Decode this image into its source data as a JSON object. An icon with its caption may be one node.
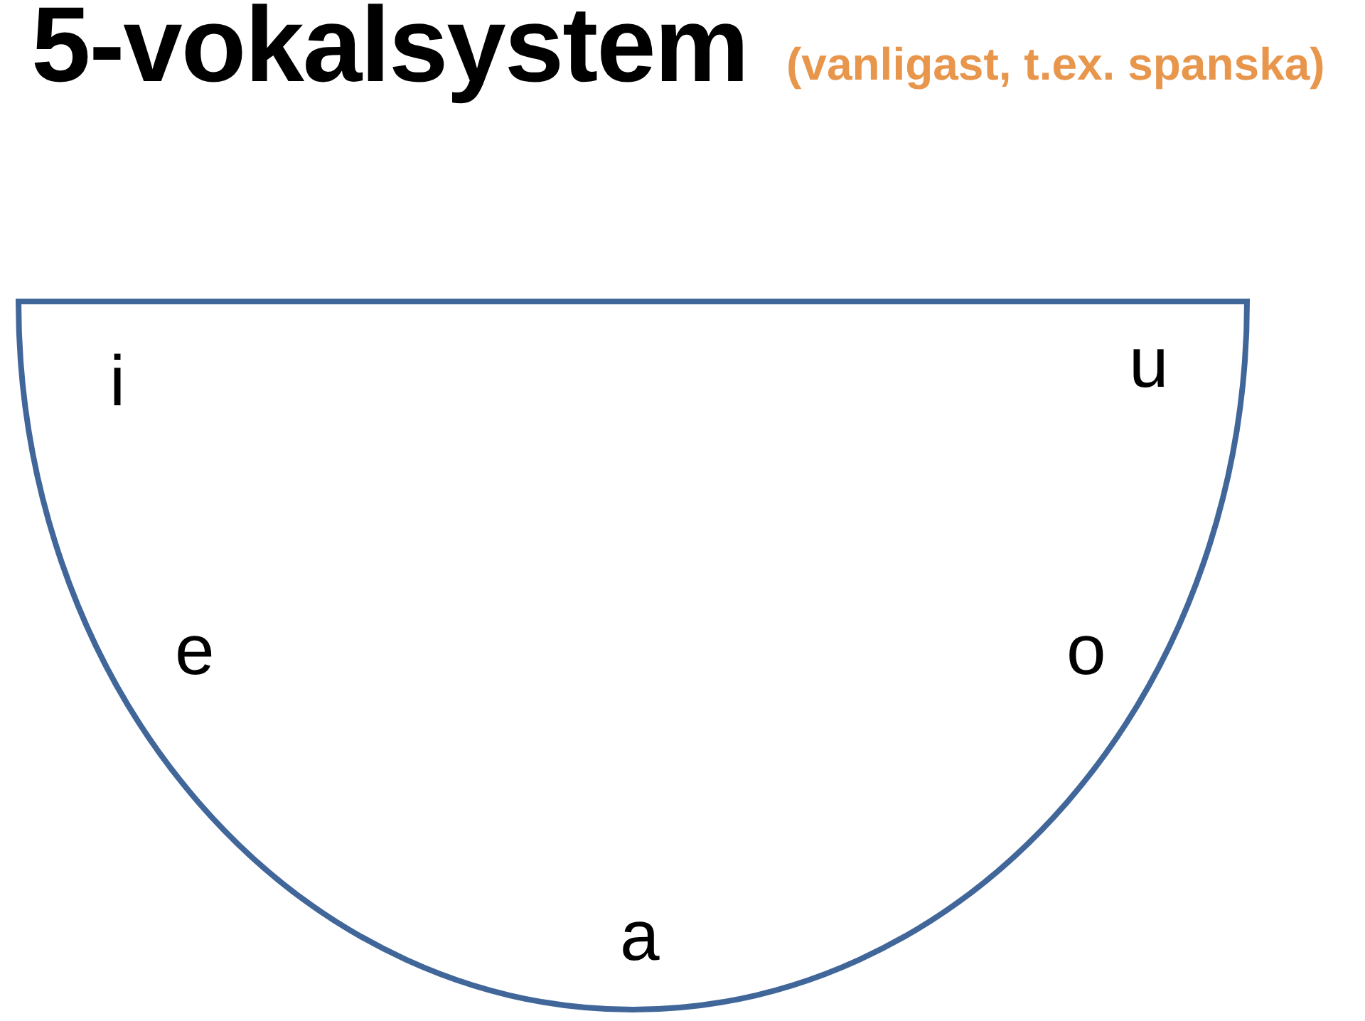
{
  "diagram": {
    "title": "5-vokalsystem",
    "nodes": [
      {
        "text": [
          "i",
          "u",
          "e",
          "o",
          "a"
        ]
      }
    ],
    "labels": [
      "(vanligast, t.ex. spanska)"
    ]
  }
}
